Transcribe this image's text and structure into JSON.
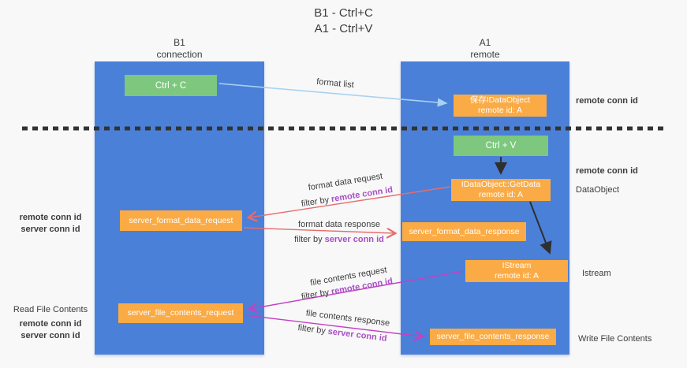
{
  "title": {
    "line1": "B1 - Ctrl+C",
    "line2": "A1 - Ctrl+V"
  },
  "lanes": {
    "left": {
      "name": "B1",
      "role": "connection"
    },
    "right": {
      "name": "A1",
      "role": "remote"
    }
  },
  "nodes": {
    "ctrl_c": {
      "label": "Ctrl + C"
    },
    "ctrl_v": {
      "label": "Ctrl + V"
    },
    "save_idataobject": {
      "line1": "保存IDataObject",
      "line2": "remote id: A"
    },
    "getdata": {
      "line1": "IDataObject::GetData",
      "line2": "remote id: A"
    },
    "istream": {
      "line1": "IStream",
      "line2": "remote id: A"
    },
    "format_request": {
      "label": "server_format_data_request"
    },
    "format_response": {
      "label": "server_format_data_response"
    },
    "file_request": {
      "label": "server_file_contents_request"
    },
    "file_response": {
      "label": "server_file_contents_response"
    }
  },
  "arrow_labels": {
    "format_list": "format list",
    "format_data_request": "format data request",
    "format_data_response": "format data response",
    "file_contents_request": "file contents request",
    "file_contents_response": "file contents response",
    "filter_by": "filter by ",
    "remote_conn_id": "remote conn id",
    "server_conn_id": "server conn id"
  },
  "annotations": {
    "right": {
      "remote_conn_id_1": "remote conn id",
      "remote_conn_id_2": "remote conn id",
      "dataobject": "DataObject",
      "istream": "Istream",
      "write_file_contents": "Write File Contents"
    },
    "left": {
      "remote_conn_id_1": "remote conn id",
      "server_conn_id_1": "server conn id",
      "read_file_contents": "Read File Contents",
      "remote_conn_id_2": "remote conn id",
      "server_conn_id_2": "server conn id"
    }
  },
  "colors": {
    "lane_blue": "#4a80d8",
    "node_green": "#7dc87e",
    "node_orange": "#fbab45",
    "arrow_lightblue": "#a9d2f0",
    "arrow_red": "#e86c6c",
    "arrow_magenta": "#c341c3",
    "arrow_black": "#2f2f2f",
    "text_purple": "#a74fc4",
    "text_green": "#56b25c"
  }
}
